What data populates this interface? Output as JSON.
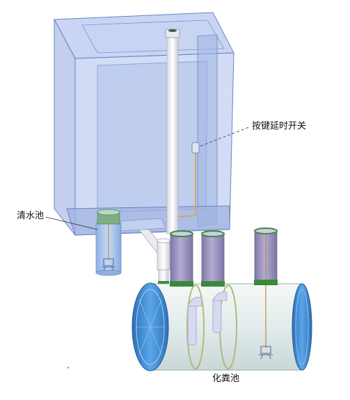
{
  "labels": {
    "push_button_delay_switch": "按键延时开关",
    "clean_water_tank": "清水池",
    "septic_tank": "化粪池"
  },
  "colors": {
    "enclosure_fill": "#a9bde8",
    "enclosure_stroke": "#6b82c4",
    "pipe_white": "#f4f5f7",
    "tank_body": "#dfe9ea",
    "tank_endcap": "#3f8fd6",
    "filter_purple": "#9a93bf",
    "ring_green": "#3a8a3a",
    "inner_pipe": "#c7c9e6"
  }
}
